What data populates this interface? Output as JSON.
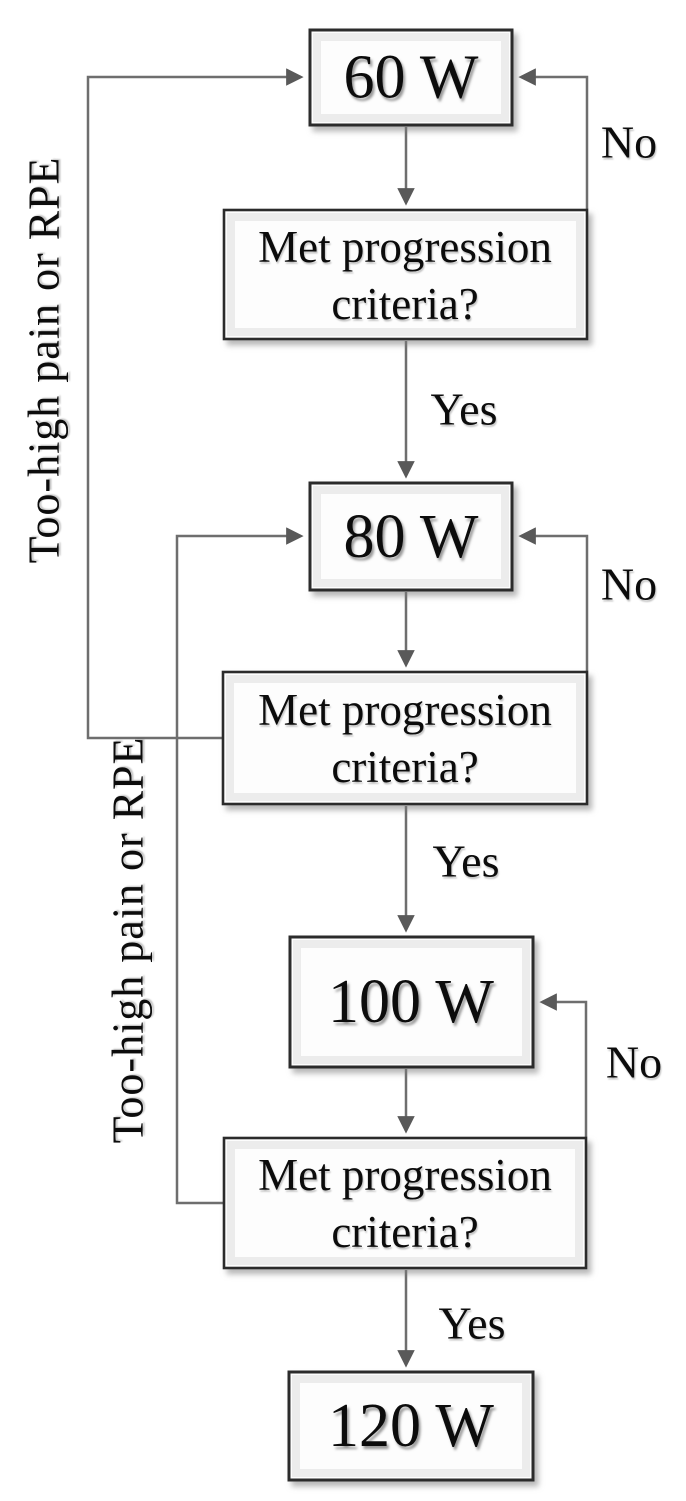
{
  "flowchart": {
    "nodes": {
      "w60": {
        "label": "60 W"
      },
      "q1": {
        "line1": "Met progression",
        "line2": "criteria?"
      },
      "w80": {
        "label": "80 W"
      },
      "q2": {
        "line1": "Met progression",
        "line2": "criteria?"
      },
      "w100": {
        "label": "100 W"
      },
      "q3": {
        "line1": "Met progression",
        "line2": "criteria?"
      },
      "w120": {
        "label": "120 W"
      }
    },
    "edge_labels": {
      "yes1": "Yes",
      "yes2": "Yes",
      "yes3": "Yes",
      "no1": "No",
      "no2": "No",
      "no3": "No",
      "feedback1": "Too-high pain or RPE",
      "feedback2": "Too-high pain or RPE"
    },
    "colors": {
      "background": "#ffffff",
      "box_fill": "#fdfdfd",
      "box_border": "#2b2b2b",
      "connector_line": "#6e6e6e",
      "arrowhead": "#595959",
      "text": "#0c0c0c"
    }
  }
}
